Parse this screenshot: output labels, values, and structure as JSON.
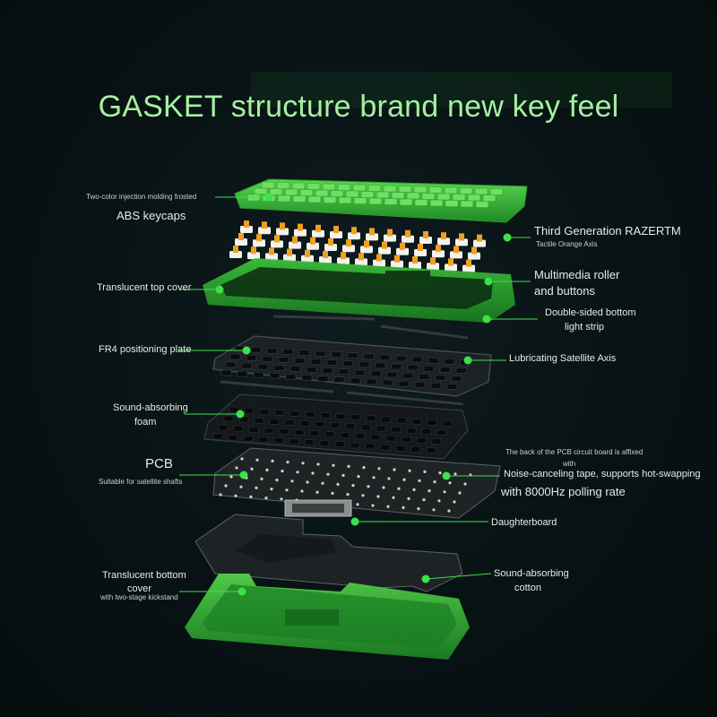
{
  "title": "GASKET structure brand new key feel",
  "labels": {
    "keycaps_line1": "Two-color injection molding frosted",
    "keycaps_line2": "ABS keycaps",
    "switch_line1": "Third Generation RAZERTM",
    "switch_line2": "Tactile Orange Axis",
    "top_cover": "Translucent top cover",
    "multimedia_line1": "Multimedia roller",
    "multimedia_line2": "and buttons",
    "light_strip_line1": "Double-sided bottom",
    "light_strip_line2": "light strip",
    "plate": "FR4 positioning plate",
    "satellite": "Lubricating Satellite Axis",
    "foam_line1": "Sound-absorbing",
    "foam_line2": "foam",
    "pcb_back_line1": "The back of the PCB circuit board is affixed",
    "pcb_back_line2": "with",
    "pcb_back_line3": "Noise-canceling tape, supports hot-swapping",
    "pcb_back_line4": "with 8000Hz polling rate",
    "pcb_title": "PCB",
    "pcb_sub": "Suitable for satellite shafts",
    "daughterboard": "Daughterboard",
    "bottom_line1": "Translucent bottom",
    "bottom_line2": "cover",
    "bottom_line3": "with two-stage kickstand",
    "cotton_line1": "Sound-absorbing",
    "cotton_line2": "cotton"
  },
  "colors": {
    "background": "#081214",
    "title": "#a6f0a0",
    "accent_green": "#2fd12f",
    "keycap_green": "#39b83a",
    "switch_orange": "#f0a020",
    "dark_plate": "#23282b",
    "leader_line": "#3fe04a"
  }
}
